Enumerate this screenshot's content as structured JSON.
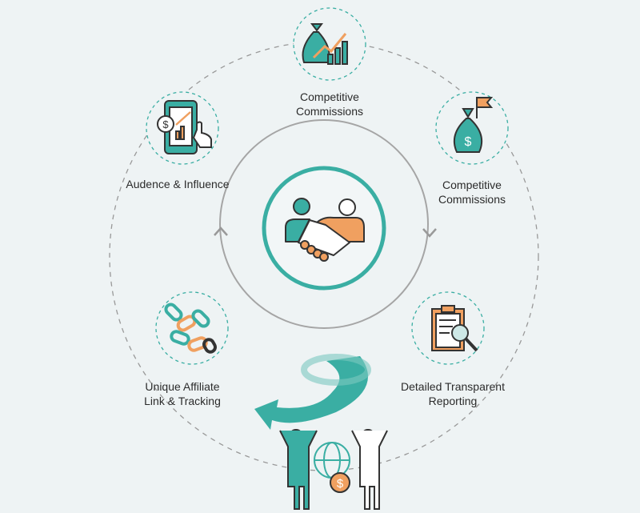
{
  "title": "Affiliate Program Cycle",
  "colors": {
    "teal": "#3aaea3",
    "orange": "#f0a060",
    "dark": "#333333",
    "background": "#eef3f4"
  },
  "nodes": [
    {
      "label_line1": "Competitive",
      "label_line2": "Commissions",
      "icon": "money-bag-growth-icon"
    },
    {
      "label_line1": "Competitive",
      "label_line2": "Commissions",
      "icon": "money-bag-flag-icon"
    },
    {
      "label_line1": "Detailed Transparent",
      "label_line2": "Reporting",
      "icon": "clipboard-magnifier-icon"
    },
    {
      "label_line1": "Unique Affiliate",
      "label_line2": "Link & Tracking",
      "icon": "chain-link-icon"
    },
    {
      "label_line1": "Audence & Influence",
      "icon": "phone-chart-icon"
    }
  ],
  "center": {
    "icon": "handshake-icon"
  },
  "bottom": {
    "icon": "people-globe-dollar-icon",
    "symbol": "$"
  }
}
